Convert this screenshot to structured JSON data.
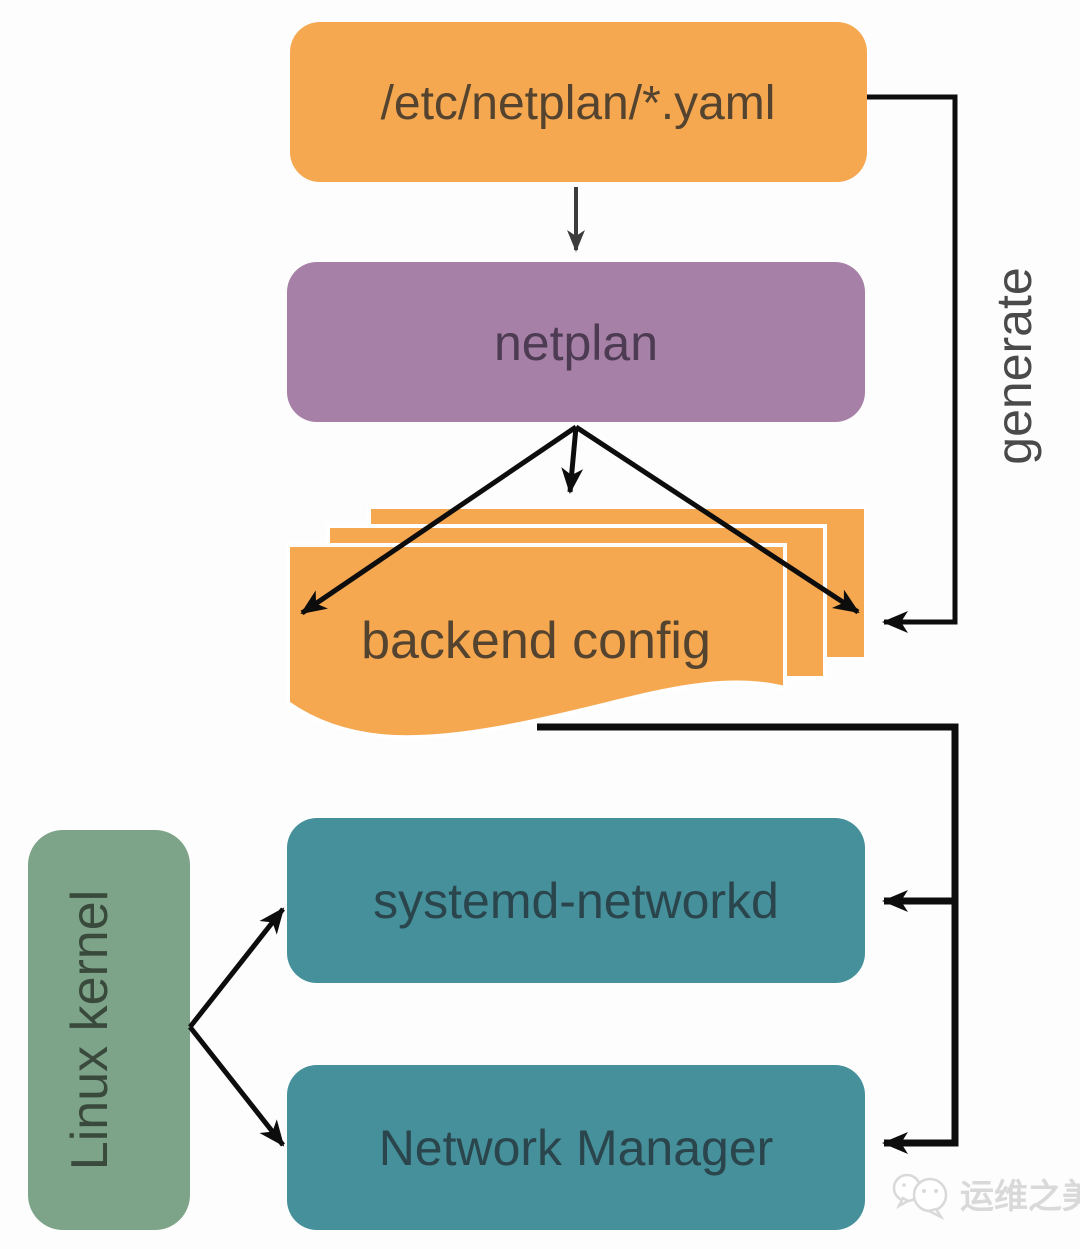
{
  "diagram": {
    "background": "#fdfdfe",
    "nodes": {
      "yaml_file": {
        "label": "/etc/netplan/*.yaml",
        "fill": "#F6A851",
        "text_color": "#54432F"
      },
      "netplan": {
        "label": "netplan",
        "fill": "#A680A6",
        "text_color": "#4C3B52"
      },
      "backend_config": {
        "label": "backend config",
        "fill": "#F6A851",
        "text_color": "#54432F",
        "sheet_count": 3,
        "sheet_border_color": "#FFFFFF"
      },
      "systemd_networkd": {
        "label": "systemd-networkd",
        "fill": "#45909A",
        "text_color": "#2B454D"
      },
      "network_manager": {
        "label": "Network Manager",
        "fill": "#45909A",
        "text_color": "#2B454D"
      },
      "linux_kernel": {
        "label": "Linux kernel",
        "fill": "#7DA489",
        "text_color": "#39493C"
      }
    },
    "edges": {
      "generate_label": "generate",
      "generate_label_color": "#4A4A4A",
      "arrow_color": "#0D0D0D",
      "thin_arrow_color": "#3C3C3C"
    },
    "watermark": {
      "text": "运维之美",
      "color": "#D9D9D9",
      "logo": "wechat-bubbles-icon"
    }
  }
}
